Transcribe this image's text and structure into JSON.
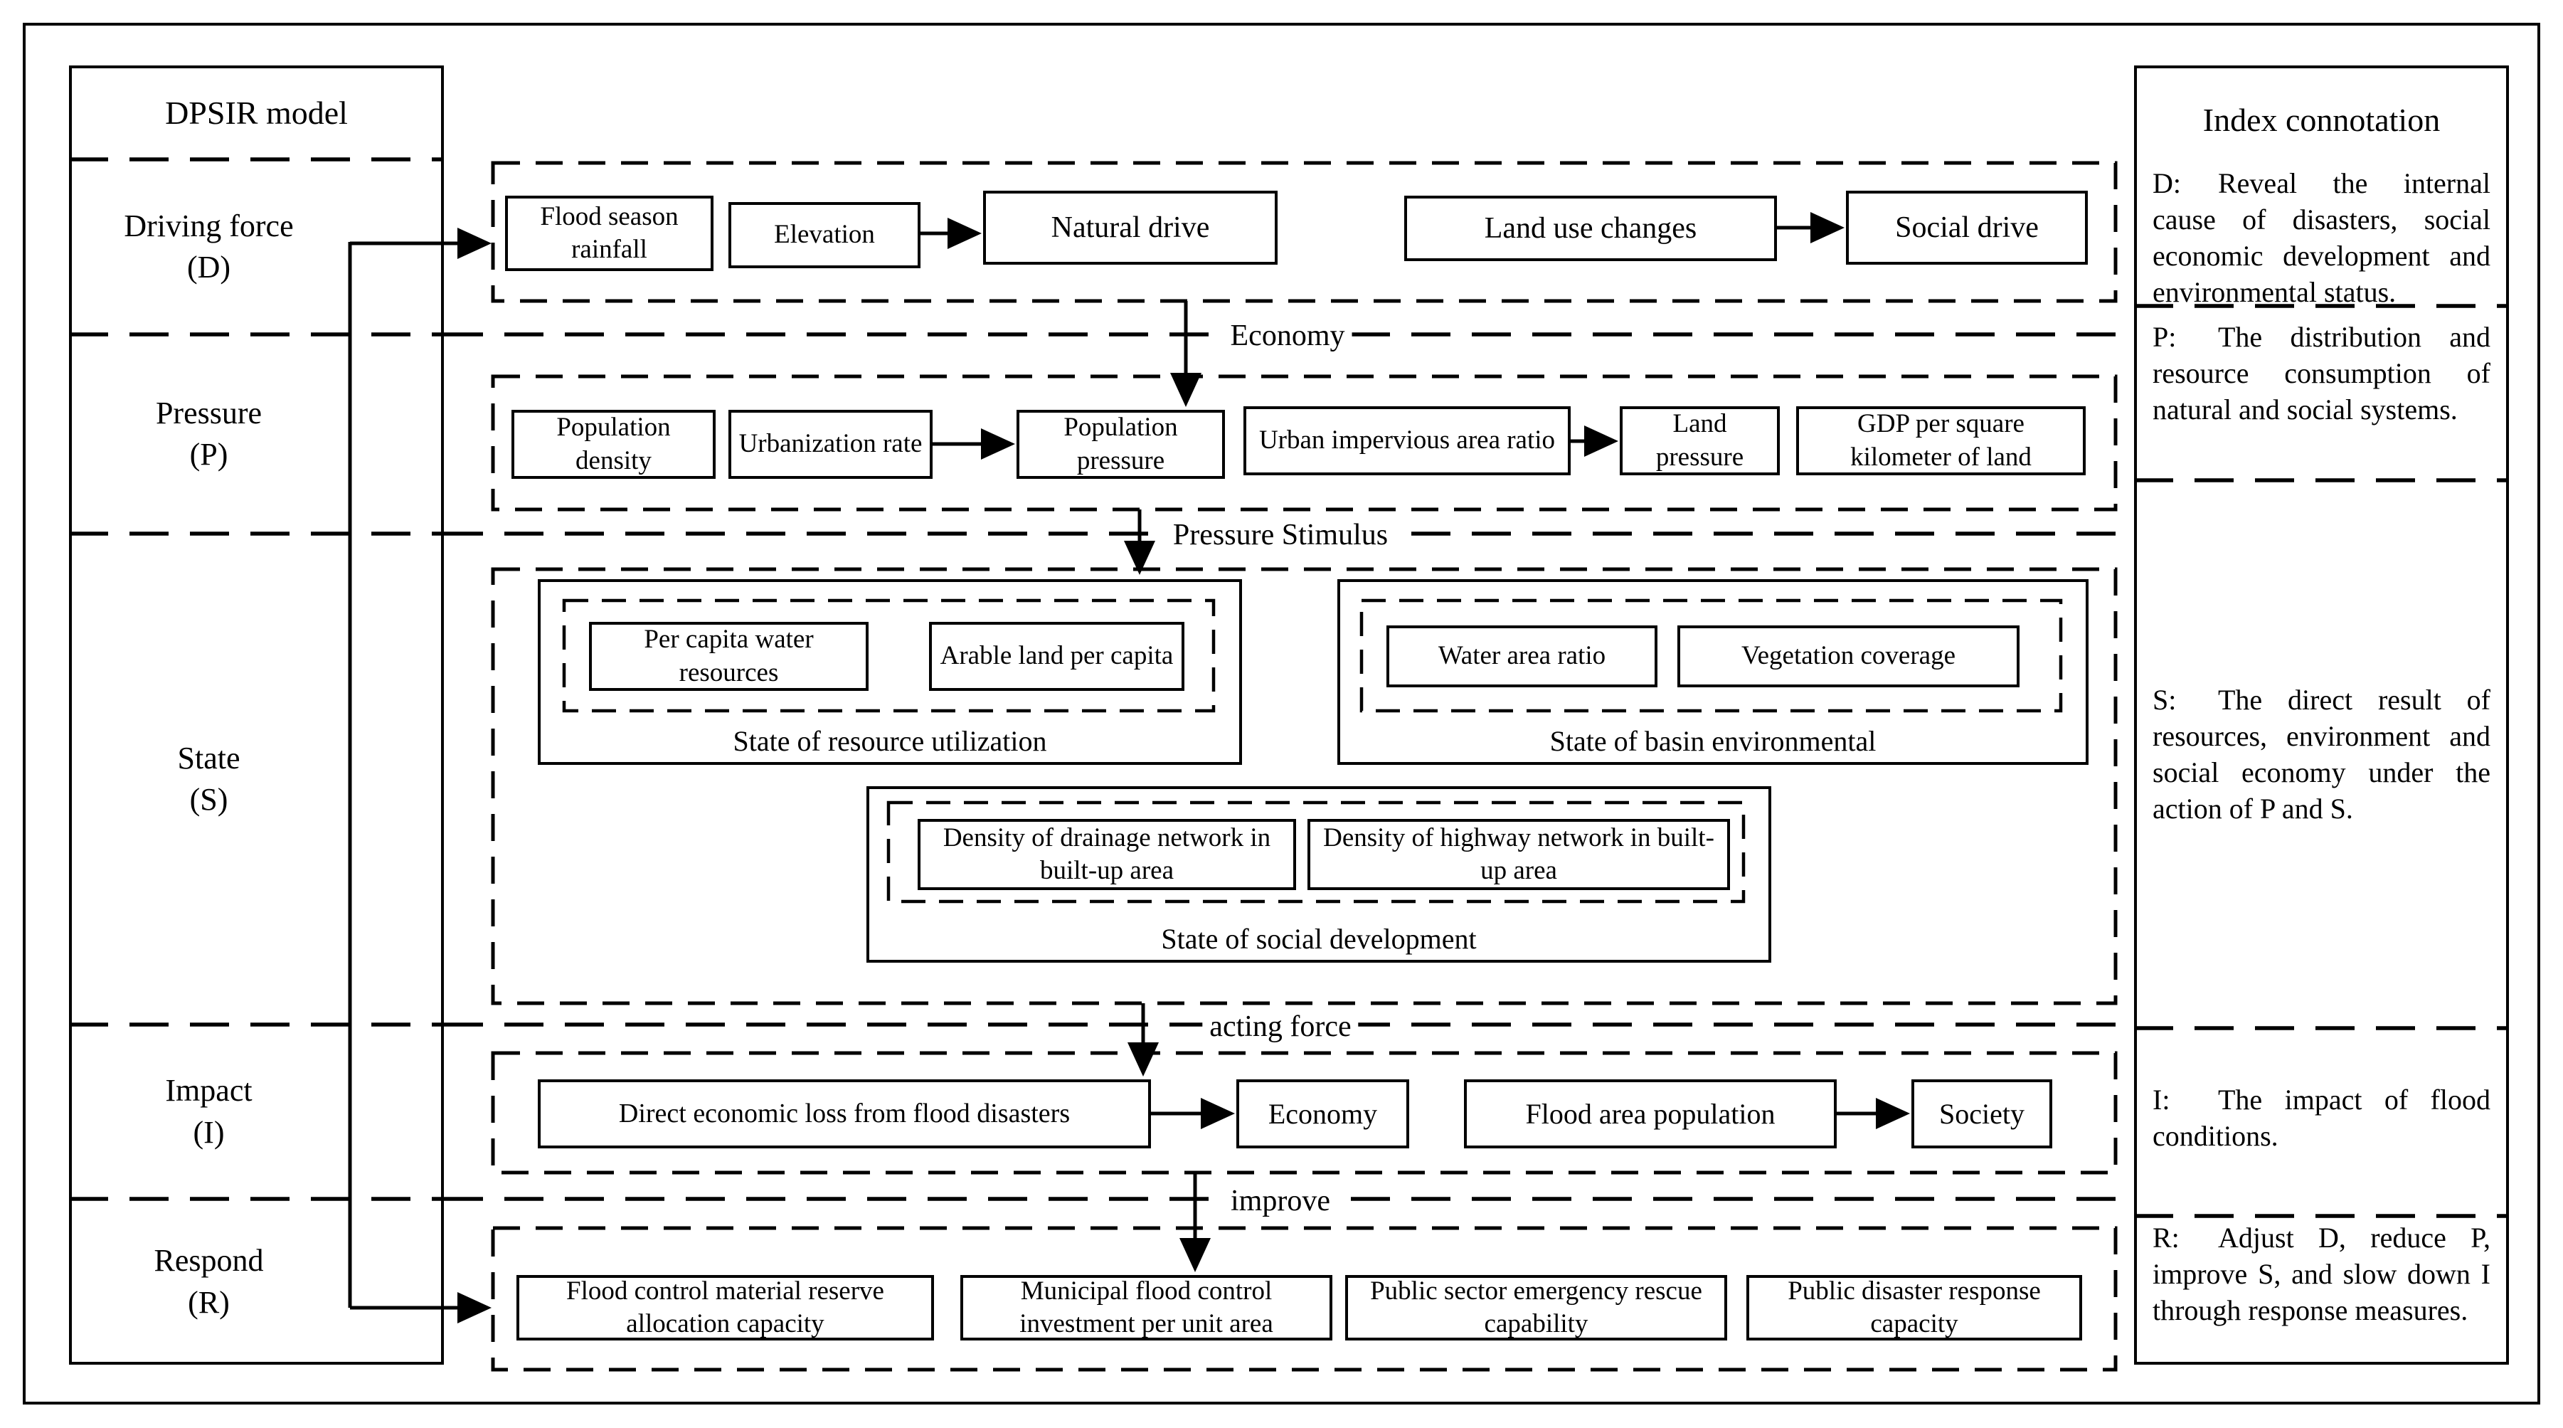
{
  "figure": {
    "colors": {
      "ink": "#000000",
      "background": "#ffffff"
    },
    "left_panel": {
      "header": "DPSIR model",
      "rows": [
        {
          "name": "Driving force",
          "code": "(D)"
        },
        {
          "name": "Pressure",
          "code": "(P)"
        },
        {
          "name": "State",
          "code": "(S)"
        },
        {
          "name": "Impact",
          "code": "(I)"
        },
        {
          "name": "Respond",
          "code": "(R)"
        }
      ]
    },
    "right_panel": {
      "header": "Index connotation",
      "notes": [
        {
          "prefix": "D:",
          "text": "Reveal the internal cause of disasters, social economic development and environmental status."
        },
        {
          "prefix": "P:",
          "text": "The distribution and resource consumption of natural and social systems."
        },
        {
          "prefix": "S:",
          "text": "The direct result of resources, environment and social economy under the action of P and S."
        },
        {
          "prefix": "I:",
          "text": "The impact of flood conditions."
        },
        {
          "prefix": "R:",
          "text": "Adjust D, reduce P, improve S, and slow down I through response measures."
        }
      ]
    },
    "driving_band": {
      "flood_season_rainfall": "Flood season rainfall",
      "elevation": "Elevation",
      "natural_drive": "Natural drive",
      "land_use_changes": "Land use changes",
      "social_drive": "Social drive"
    },
    "pressure_band": {
      "population_density": "Population density",
      "urbanization_rate": "Urbanization rate",
      "population_pressure": "Population pressure",
      "urban_impervious_area_ratio": "Urban impervious area ratio",
      "land_pressure": "Land pressure",
      "gdp_per_square_kilometer_of_land": "GDP per square kilometer of land"
    },
    "state_band": {
      "resource_group": {
        "per_capita_water_resources": "Per capita water resources",
        "arable_land_per_capita": "Arable land per capita",
        "label": "State of resource utilization"
      },
      "environment_group": {
        "water_area_ratio": "Water area ratio",
        "vegetation_coverage": "Vegetation coverage",
        "label": "State of basin environmental"
      },
      "social_group": {
        "density_of_drainage_network": "Density of drainage network in built-up area",
        "density_of_highway_network": "Density of highway network in built-up area",
        "label": "State of social development"
      }
    },
    "impact_band": {
      "direct_economic_loss": "Direct economic loss from flood disasters",
      "economy": "Economy",
      "flood_area_population": "Flood area population",
      "society": "Society"
    },
    "respond_band": {
      "flood_control_material_reserve": "Flood control material reserve allocation capacity",
      "municipal_flood_control_investment": "Municipal flood control investment per unit area",
      "public_sector_emergency_rescue": "Public sector emergency rescue capability",
      "public_disaster_response_capacity": "Public disaster response capacity"
    },
    "flow_labels": {
      "economy": "Economy",
      "pressure_stimulus": "Pressure Stimulus",
      "acting_force": "acting force",
      "improve": "improve"
    }
  }
}
